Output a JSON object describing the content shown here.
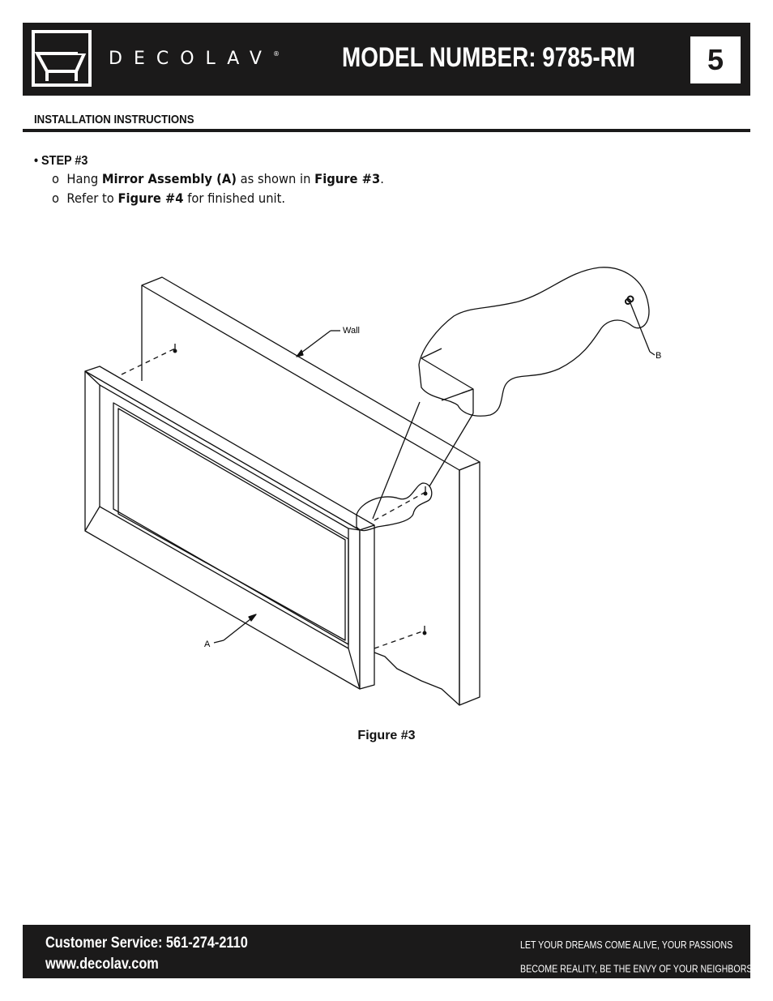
{
  "header": {
    "brand": "DECOLAV",
    "registered": "®",
    "model_title": "MODEL NUMBER: 9785-RM",
    "page_number": "5"
  },
  "section": {
    "title": "INSTALLATION INSTRUCTIONS"
  },
  "step": {
    "title": "• STEP #3",
    "bullet": "o",
    "line1": {
      "pre": "Hang ",
      "bold1": "Mirror Assembly (A)",
      "mid": " as shown in ",
      "bold2": "Figure #3",
      "post": "."
    },
    "line2": {
      "pre": "Refer to ",
      "bold1": "Figure #4",
      "post": " for finished unit."
    }
  },
  "figure": {
    "label_wall": "Wall",
    "label_a": "A",
    "label_b": "B",
    "caption": "Figure #3"
  },
  "footer": {
    "customer_service": "Customer Service: 561-274-2110",
    "website": "www.decolav.com",
    "tagline_1": "LET YOUR DREAMS COME ALIVE, YOUR PASSIONS",
    "tagline_2": "BECOME REALITY, BE THE ENVY OF YOUR NEIGHBORS",
    "tagline_mark": "®"
  }
}
